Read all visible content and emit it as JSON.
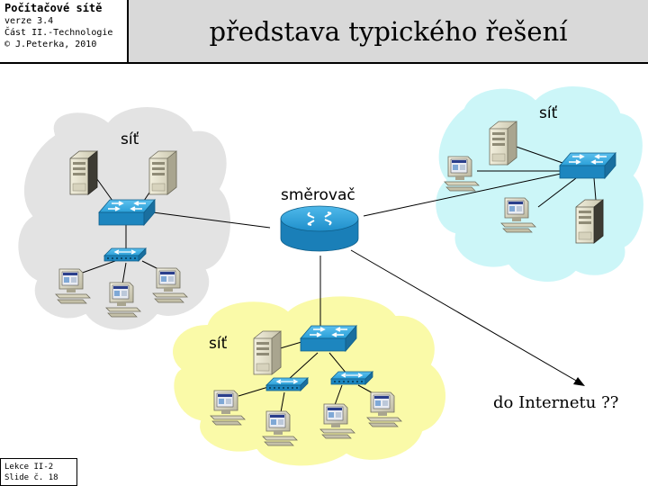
{
  "header": {
    "course": "Počítačové sítě",
    "version": "verze 3.4",
    "part": "Část II.-Technologie",
    "author": "© J.Peterka, 2010"
  },
  "title": "představa typického řešení",
  "diagram": {
    "router_label": "směrovač",
    "network_label": "síť",
    "internet_label": "do Internetu ??"
  },
  "footer": {
    "lesson": "Lekce II-2",
    "slide": "Slide č. 18"
  },
  "colors": {
    "title_bar": "#d9d9d9",
    "cloud_left": "#e3e3e3",
    "cloud_right": "#ccf6f8",
    "cloud_bottom": "#fafaa8",
    "device_blue": "#1b8fc9"
  }
}
